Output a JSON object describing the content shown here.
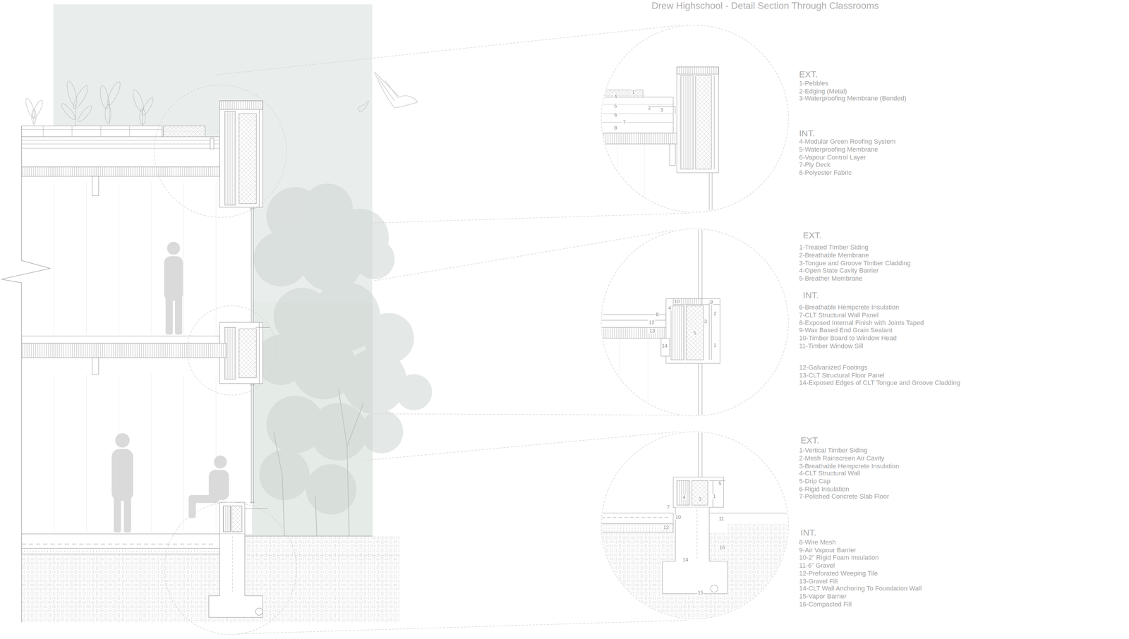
{
  "diagram": {
    "title": "Drew Highschool - Detail Section Through Classrooms",
    "labels": [
      "1",
      "2",
      "3",
      "4",
      "5",
      "6",
      "7",
      "8",
      "EXT.",
      "1-Pebbles",
      "2-Edging (Metal)",
      "3-Waterproofing Membrane (Bonded)",
      "INT.",
      "4-Modular Green Roofing System",
      "5-Waterproofing Membrane",
      "6-Vapour Control Layer",
      "7-Ply Deck",
      "8-Polyester Fabric",
      "1",
      "2",
      "3",
      "4",
      "5",
      "8",
      "9",
      "10",
      "12",
      "13",
      "14",
      "EXT.",
      "1-Treated Timber Siding",
      "2-Breathable Membrane",
      "3-Tongue and Groove Timber Cladding",
      "4-Open State Cavity Barrier",
      "5-Breather Membrane",
      "INT.",
      "6-Breathable Hempcrete Insulation",
      "7-CLT Structural Wall Panel",
      "8-Exposed Internal Finish with Joints Taped",
      "9-Wax Based End Grain Sealant",
      "10-Timber Board to Window Head",
      "11-Timber Window Sill",
      "12-Galvanized Footings",
      "13-CLT Structural Floor Panel",
      "14-Exposed Edges of CLT Tongue and Groove Cladding",
      "1",
      "3",
      "4",
      "5",
      "7",
      "10",
      "11",
      "12",
      "14",
      "15",
      "16",
      "EXT.",
      "1-Vertical Timber Siding",
      "2-Mesh Rainscreen Air Cavity",
      "3-Breathable Hempcrete Insulation",
      "4-CLT Structural Wall",
      "5-Drip Cap",
      "6-Rigid Insulation",
      "7-Polished Concrete Slab Floor",
      "INT.",
      "8-Wire Mesh",
      "9-Air Vapour Barrier",
      "10-2\" Rigid Foam Insulation",
      "11-6\" Gravel",
      "12-Preforated Weeping Tile",
      "13-Gravel Fill",
      "14-CLT Wall Anchoring To Foundation Wall",
      "15-Vapor Barrier",
      "16-Compacted Fill"
    ]
  }
}
